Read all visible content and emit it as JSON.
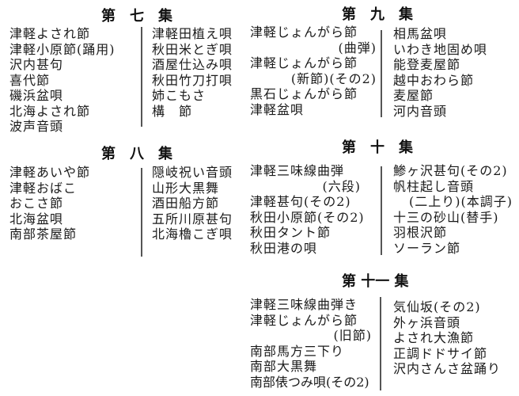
{
  "volumes": [
    {
      "title": "第　七　集",
      "left": [
        "津軽よされ節",
        "津軽小原節(踊用)",
        "沢内甚句",
        "喜代節",
        "磯浜盆唄",
        "北海よされ節",
        "波声音頭"
      ],
      "right": [
        "津軽田植え唄",
        "秋田米とぎ唄",
        "酒屋仕込み唄",
        "秋田竹刀打唄",
        "姉こもさ",
        "構　節"
      ]
    },
    {
      "title": "第　八　集",
      "left": [
        "津軽あいや節",
        "津軽おばこ",
        "おこさ節",
        "北海盆唄",
        "南部茶屋節"
      ],
      "right": [
        "隠岐祝い音頭",
        "山形大黒舞",
        "酒田船方節",
        "五所川原甚句",
        "北海櫓こぎ唄"
      ]
    },
    {
      "title": "第　九　集",
      "left": [
        "津軽じょんがら節",
        "(曲弾)",
        "津軽じょんがら節",
        "(新節)(その2)",
        "黒石じょんがら節",
        "津軽盆唄"
      ],
      "right": [
        "相馬盆唄",
        "いわき地固め唄",
        "能登麦屋節",
        "越中おわら節",
        "麦屋節",
        "河内音頭"
      ]
    },
    {
      "title": "第　十　集",
      "left": [
        "津軽三味線曲弾",
        "(六段)",
        "津軽甚句(その2)",
        "秋田小原節(その2)",
        "秋田タント節",
        "秋田港の唄"
      ],
      "right": [
        "鯵ヶ沢甚句(その2)",
        "帆柱起し音頭",
        "(二上り)(本調子)",
        "十三の砂山(替手)",
        "羽根沢節",
        "ソーラン節"
      ]
    },
    {
      "title": "第 十一 集",
      "left": [
        "津軽三味線曲弾き",
        "津軽じょんがら節",
        "(旧節)",
        "南部馬方三下り",
        "南部大黒舞",
        "南部俵つみ唄(その2)"
      ],
      "right": [
        "気仙坂(その2)",
        "外ヶ浜音頭",
        "よされ大漁節",
        "正調ドドサイ節",
        "沢内さんさ盆踊り"
      ]
    }
  ]
}
